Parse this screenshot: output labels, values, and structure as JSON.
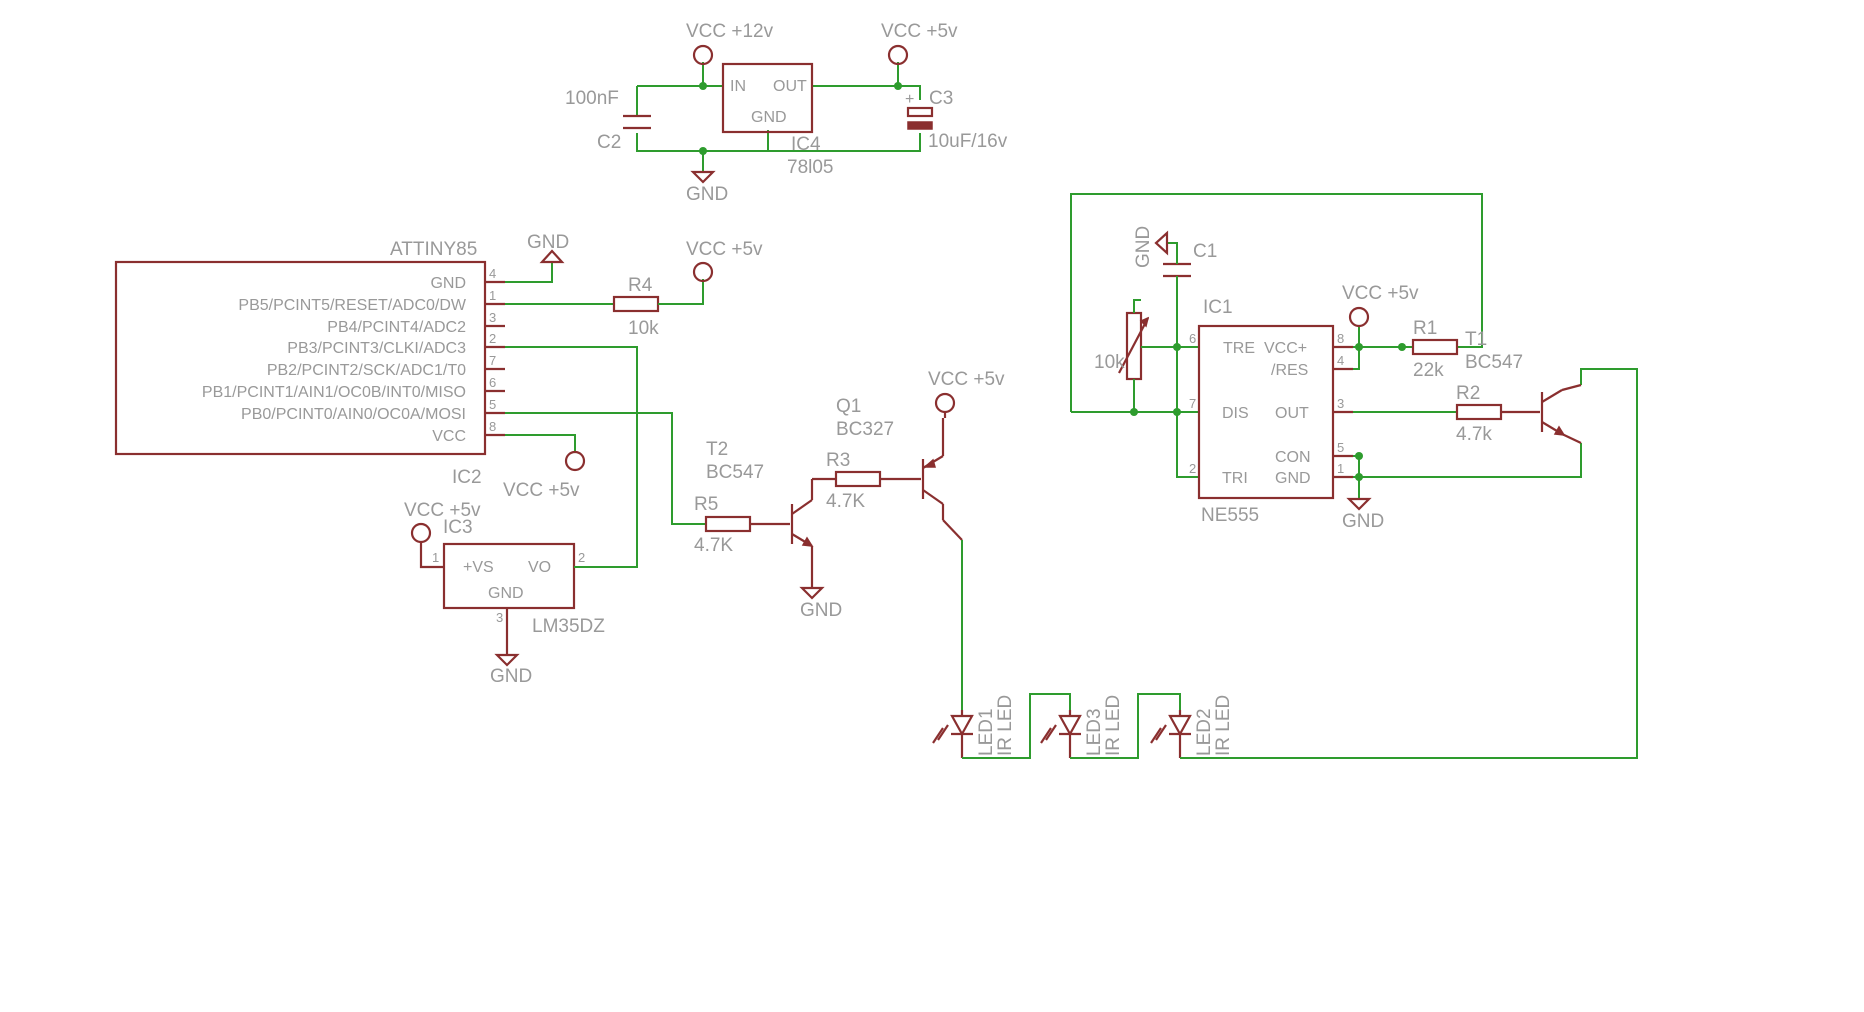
{
  "regulator": {
    "vin_label": "VCC +12v",
    "vout_label": "VCC +5v",
    "c2_value": "100nF",
    "c2_name": "C2",
    "c3_name": "C3",
    "c3_value": "10uF/16v",
    "ic_name": "IC4",
    "ic_value": "78l05",
    "pin_in": "IN",
    "pin_out": "OUT",
    "pin_gnd": "GND",
    "gnd_label": "GND",
    "cap_plus": "+"
  },
  "mcu": {
    "name": "ATTINY85",
    "ref": "IC2",
    "gnd_symbol_label": "GND",
    "vcc_label": "VCC +5v",
    "pins": [
      {
        "num": "4",
        "name": "GND"
      },
      {
        "num": "1",
        "name": "PB5/PCINT5/RESET/ADC0/DW"
      },
      {
        "num": "3",
        "name": "PB4/PCINT4/ADC2"
      },
      {
        "num": "2",
        "name": "PB3/PCINT3/CLKI/ADC3"
      },
      {
        "num": "7",
        "name": "PB2/PCINT2/SCK/ADC1/T0"
      },
      {
        "num": "6",
        "name": "PB1/PCINT1/AIN1/OC0B/INT0/MISO"
      },
      {
        "num": "5",
        "name": "PB0/PCINT0/AIN0/OC0A/MOSI"
      },
      {
        "num": "8",
        "name": "VCC"
      }
    ]
  },
  "r4": {
    "name": "R4",
    "value": "10k",
    "vcc_label": "VCC +5v"
  },
  "sensor": {
    "vcc_label": "VCC +5v",
    "ref": "IC3",
    "value": "LM35DZ",
    "pin_vs": "+VS",
    "pin_vo": "VO",
    "pin_gnd": "GND",
    "pin1": "1",
    "pin2": "2",
    "pin3": "3",
    "gnd_label": "GND"
  },
  "driver": {
    "t2_name": "T2",
    "t2_value": "BC547",
    "r5_name": "R5",
    "r5_value": "4.7K",
    "r3_name": "R3",
    "r3_value": "4.7K",
    "q1_name": "Q1",
    "q1_value": "BC327",
    "vcc_label": "VCC +5v",
    "gnd_label": "GND"
  },
  "leds": [
    {
      "name": "LED1",
      "value": "IR LED"
    },
    {
      "name": "LED3",
      "value": "IR LED"
    },
    {
      "name": "LED2",
      "value": "IR LED"
    }
  ],
  "timer": {
    "c1_name": "C1",
    "gnd_label": "GND",
    "pot_value": "10k",
    "ic_name": "IC1",
    "ic_value": "NE555",
    "vcc_label": "VCC +5v",
    "pin_tre": "TRE",
    "pin_vcc": "VCC+",
    "pin_res": "/RES",
    "pin_dis": "DIS",
    "pin_out": "OUT",
    "pin_con": "CON",
    "pin_tri": "TRI",
    "pin_gnd": "GND",
    "num6": "6",
    "num7": "7",
    "num2": "2",
    "num8": "8",
    "num4": "4",
    "num3": "3",
    "num5": "5",
    "num1": "1",
    "r1_name": "R1",
    "r1_value": "22k",
    "r2_name": "R2",
    "r2_value": "4.7k",
    "t1_name": "T1",
    "t1_value": "BC547",
    "gnd2_label": "GND"
  }
}
